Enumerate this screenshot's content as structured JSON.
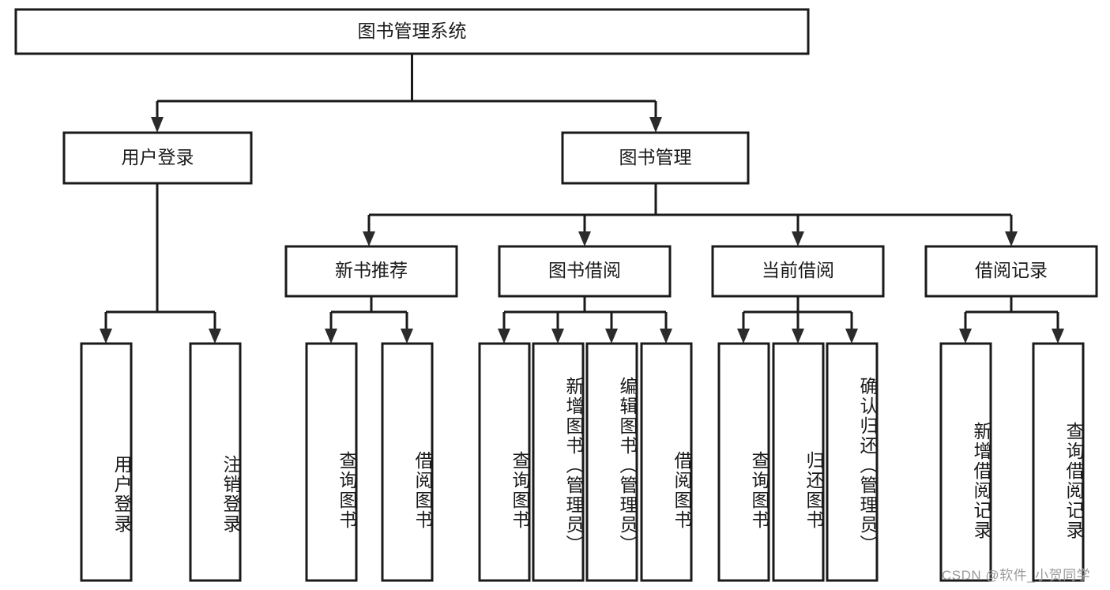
{
  "diagram": {
    "type": "tree",
    "title_node": "图书管理系统",
    "orientation": "top-down",
    "colors": {
      "box_stroke": "#1a1a1a",
      "box_fill": "#ffffff",
      "connector": "#1a1a1a",
      "arrow": "#2b2b2b",
      "text": "#1a1a1a",
      "watermark": "#9a9a9a",
      "background": "#ffffff"
    },
    "root": {
      "label": "图书管理系统"
    },
    "level2": [
      {
        "label": "用户登录"
      },
      {
        "label": "图书管理"
      }
    ],
    "level3": [
      {
        "label": "新书推荐"
      },
      {
        "label": "图书借阅"
      },
      {
        "label": "当前借阅"
      },
      {
        "label": "借阅记录"
      }
    ],
    "leaves": [
      {
        "label": "用户登录",
        "parent": "用户登录"
      },
      {
        "label": "注销登录",
        "parent": "用户登录"
      },
      {
        "label": "查询图书",
        "parent": "新书推荐"
      },
      {
        "label": "借阅图书",
        "parent": "新书推荐"
      },
      {
        "label": "查询图书",
        "parent": "图书借阅"
      },
      {
        "label": "新增图书（管理员）",
        "parent": "图书借阅"
      },
      {
        "label": "编辑图书（管理员）",
        "parent": "图书借阅"
      },
      {
        "label": "借阅图书",
        "parent": "图书借阅"
      },
      {
        "label": "查询图书",
        "parent": "当前借阅"
      },
      {
        "label": "归还图书",
        "parent": "当前借阅"
      },
      {
        "label": "确认归还（管理员）",
        "parent": "当前借阅"
      },
      {
        "label": "新增借阅记录",
        "parent": "借阅记录"
      },
      {
        "label": "查询借阅记录",
        "parent": "借阅记录"
      }
    ]
  },
  "watermark": {
    "text": "CSDN @软件_小贺同学"
  }
}
